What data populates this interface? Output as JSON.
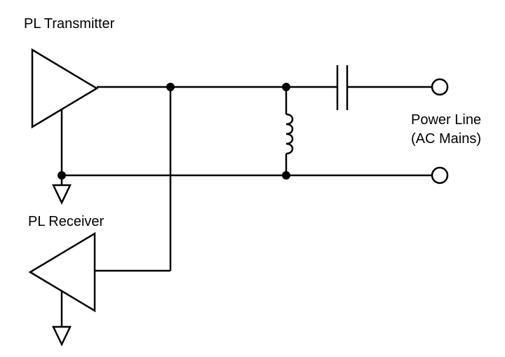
{
  "labels": {
    "transmitter": "PL Transmitter",
    "receiver": "PL Receiver",
    "power_line_1": "Power Line",
    "power_line_2": "(AC Mains)"
  },
  "colors": {
    "line": "#000000",
    "background": "#ffffff"
  }
}
